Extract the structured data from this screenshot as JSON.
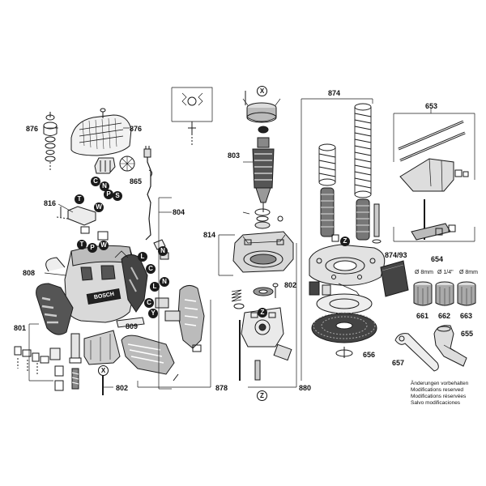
{
  "callouts": {
    "c876a": "876",
    "c876b": "876",
    "c865": "865",
    "c816": "816",
    "c804": "804",
    "c808": "808",
    "c801": "801",
    "c809": "809",
    "c802a": "802",
    "c878": "878",
    "c803": "803",
    "c814": "814",
    "c802b": "802",
    "c880": "880",
    "c874": "874",
    "c87493": "874/93",
    "c656": "656",
    "c653": "653",
    "c654": "654",
    "c661": "661",
    "c662": "662",
    "c663": "663",
    "c655": "655",
    "c657": "657"
  },
  "collet_sizes": {
    "s1": "Ø 8mm",
    "s2": "Ø 1/4\"",
    "s3": "Ø 8mm"
  },
  "letters": {
    "x1": "X",
    "x2": "X",
    "z1": "Z",
    "z2": "Z",
    "z3": "Z",
    "c1": "C",
    "n1": "N",
    "p1": "P",
    "s1": "S",
    "t1": "T",
    "w1": "W",
    "t2": "T",
    "p2": "P",
    "w2": "W",
    "l1": "L",
    "n2": "N",
    "c2": "C",
    "n3": "N",
    "l2": "L",
    "c3": "C",
    "y1": "Y"
  },
  "brand": "BOSCH",
  "notice": [
    "Änderungen vorbehalten",
    "Modifications reserved",
    "Modifications réservées",
    "Salvo modificaciones"
  ]
}
